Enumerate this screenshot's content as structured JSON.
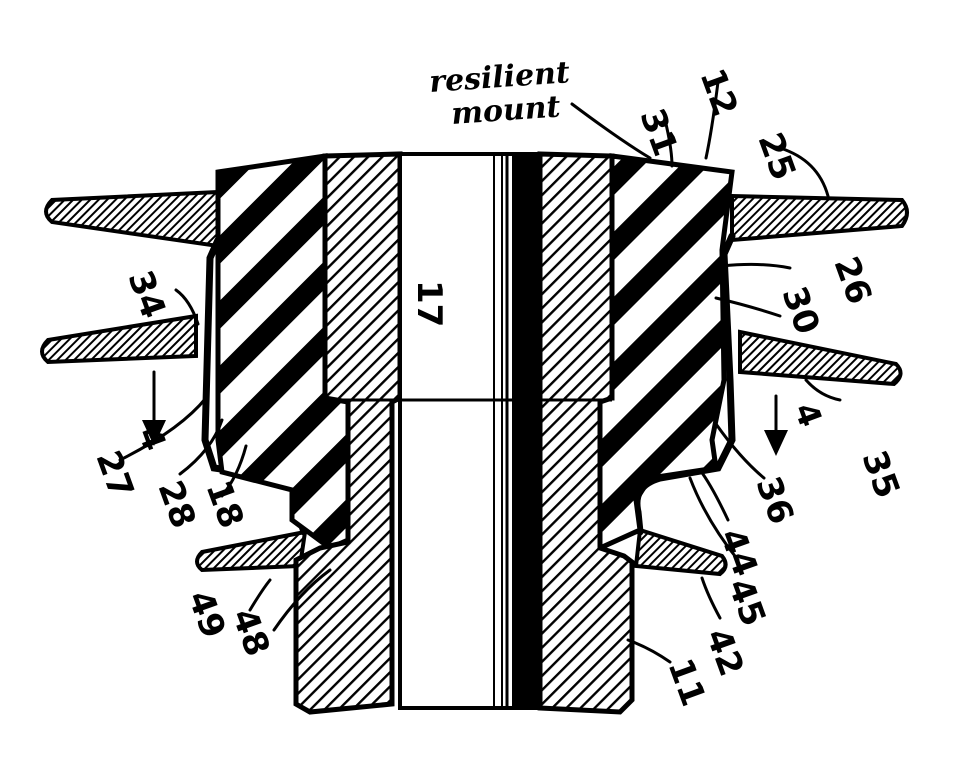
{
  "annotation": {
    "line1": "resilient",
    "line2": "mount"
  },
  "labels": {
    "ref_12": "12",
    "ref_31": "31",
    "ref_25": "25",
    "ref_26": "26",
    "ref_30": "30",
    "ref_34": "34",
    "ref_35": "35",
    "ref_17": "17",
    "ref_4_left": "4",
    "ref_4_right": "4",
    "ref_27": "27",
    "ref_28": "28",
    "ref_18": "18",
    "ref_36": "36",
    "ref_44": "44",
    "ref_45": "45",
    "ref_42": "42",
    "ref_49": "49",
    "ref_48": "48",
    "ref_11": "11"
  },
  "colors": {
    "ink": "#000000",
    "paper": "#ffffff"
  }
}
